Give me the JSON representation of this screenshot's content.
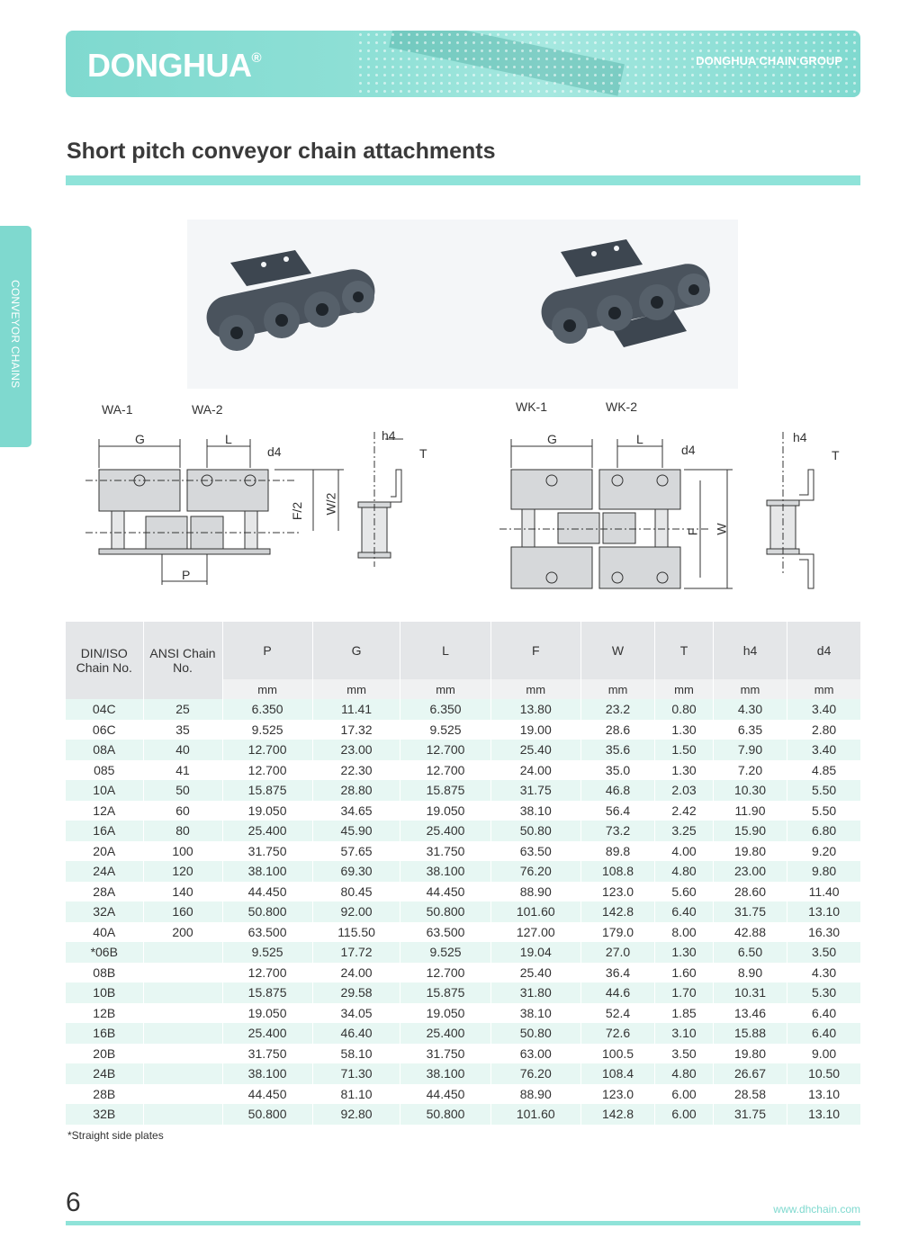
{
  "header": {
    "brand": "DONGHUA",
    "registered": "®",
    "group": "DONGHUA CHAIN GROUP"
  },
  "side_tab": "CONVEYOR CHAINS",
  "title": "Short pitch conveyor chain attachments",
  "drawing_labels": {
    "wa1": "WA-1",
    "wa2": "WA-2",
    "wk1": "WK-1",
    "wk2": "WK-2",
    "g": "G",
    "l": "L",
    "d4": "d4",
    "h4": "h4",
    "t": "T",
    "p": "P",
    "f_half": "F/2",
    "w_half": "W/2",
    "f": "F",
    "w": "W"
  },
  "table": {
    "headers": [
      "DIN/ISO Chain No.",
      "ANSI Chain No.",
      "P",
      "G",
      "L",
      "F",
      "W",
      "T",
      "h4",
      "d4"
    ],
    "units": [
      "",
      "",
      "mm",
      "mm",
      "mm",
      "mm",
      "mm",
      "mm",
      "mm",
      "mm"
    ],
    "rows": [
      [
        "04C",
        "25",
        "6.350",
        "11.41",
        "6.350",
        "13.80",
        "23.2",
        "0.80",
        "4.30",
        "3.40"
      ],
      [
        "06C",
        "35",
        "9.525",
        "17.32",
        "9.525",
        "19.00",
        "28.6",
        "1.30",
        "6.35",
        "2.80"
      ],
      [
        "08A",
        "40",
        "12.700",
        "23.00",
        "12.700",
        "25.40",
        "35.6",
        "1.50",
        "7.90",
        "3.40"
      ],
      [
        "085",
        "41",
        "12.700",
        "22.30",
        "12.700",
        "24.00",
        "35.0",
        "1.30",
        "7.20",
        "4.85"
      ],
      [
        "10A",
        "50",
        "15.875",
        "28.80",
        "15.875",
        "31.75",
        "46.8",
        "2.03",
        "10.30",
        "5.50"
      ],
      [
        "12A",
        "60",
        "19.050",
        "34.65",
        "19.050",
        "38.10",
        "56.4",
        "2.42",
        "11.90",
        "5.50"
      ],
      [
        "16A",
        "80",
        "25.400",
        "45.90",
        "25.400",
        "50.80",
        "73.2",
        "3.25",
        "15.90",
        "6.80"
      ],
      [
        "20A",
        "100",
        "31.750",
        "57.65",
        "31.750",
        "63.50",
        "89.8",
        "4.00",
        "19.80",
        "9.20"
      ],
      [
        "24A",
        "120",
        "38.100",
        "69.30",
        "38.100",
        "76.20",
        "108.8",
        "4.80",
        "23.00",
        "9.80"
      ],
      [
        "28A",
        "140",
        "44.450",
        "80.45",
        "44.450",
        "88.90",
        "123.0",
        "5.60",
        "28.60",
        "11.40"
      ],
      [
        "32A",
        "160",
        "50.800",
        "92.00",
        "50.800",
        "101.60",
        "142.8",
        "6.40",
        "31.75",
        "13.10"
      ],
      [
        "40A",
        "200",
        "63.500",
        "115.50",
        "63.500",
        "127.00",
        "179.0",
        "8.00",
        "42.88",
        "16.30"
      ],
      [
        "*06B",
        "",
        "9.525",
        "17.72",
        "9.525",
        "19.04",
        "27.0",
        "1.30",
        "6.50",
        "3.50"
      ],
      [
        "08B",
        "",
        "12.700",
        "24.00",
        "12.700",
        "25.40",
        "36.4",
        "1.60",
        "8.90",
        "4.30"
      ],
      [
        "10B",
        "",
        "15.875",
        "29.58",
        "15.875",
        "31.80",
        "44.6",
        "1.70",
        "10.31",
        "5.30"
      ],
      [
        "12B",
        "",
        "19.050",
        "34.05",
        "19.050",
        "38.10",
        "52.4",
        "1.85",
        "13.46",
        "6.40"
      ],
      [
        "16B",
        "",
        "25.400",
        "46.40",
        "25.400",
        "50.80",
        "72.6",
        "3.10",
        "15.88",
        "6.40"
      ],
      [
        "20B",
        "",
        "31.750",
        "58.10",
        "31.750",
        "63.00",
        "100.5",
        "3.50",
        "19.80",
        "9.00"
      ],
      [
        "24B",
        "",
        "38.100",
        "71.30",
        "38.100",
        "76.20",
        "108.4",
        "4.80",
        "26.67",
        "10.50"
      ],
      [
        "28B",
        "",
        "44.450",
        "81.10",
        "44.450",
        "88.90",
        "123.0",
        "6.00",
        "28.58",
        "13.10"
      ],
      [
        "32B",
        "",
        "50.800",
        "92.80",
        "50.800",
        "101.60",
        "142.8",
        "6.00",
        "31.75",
        "13.10"
      ]
    ]
  },
  "note": "*Straight side plates",
  "page_number": "6",
  "website": "www.dhchain.com",
  "colors": {
    "accent": "#7fd9cf",
    "row_tint": "#e7f7f3",
    "header_gray": "#e4e6e8"
  }
}
